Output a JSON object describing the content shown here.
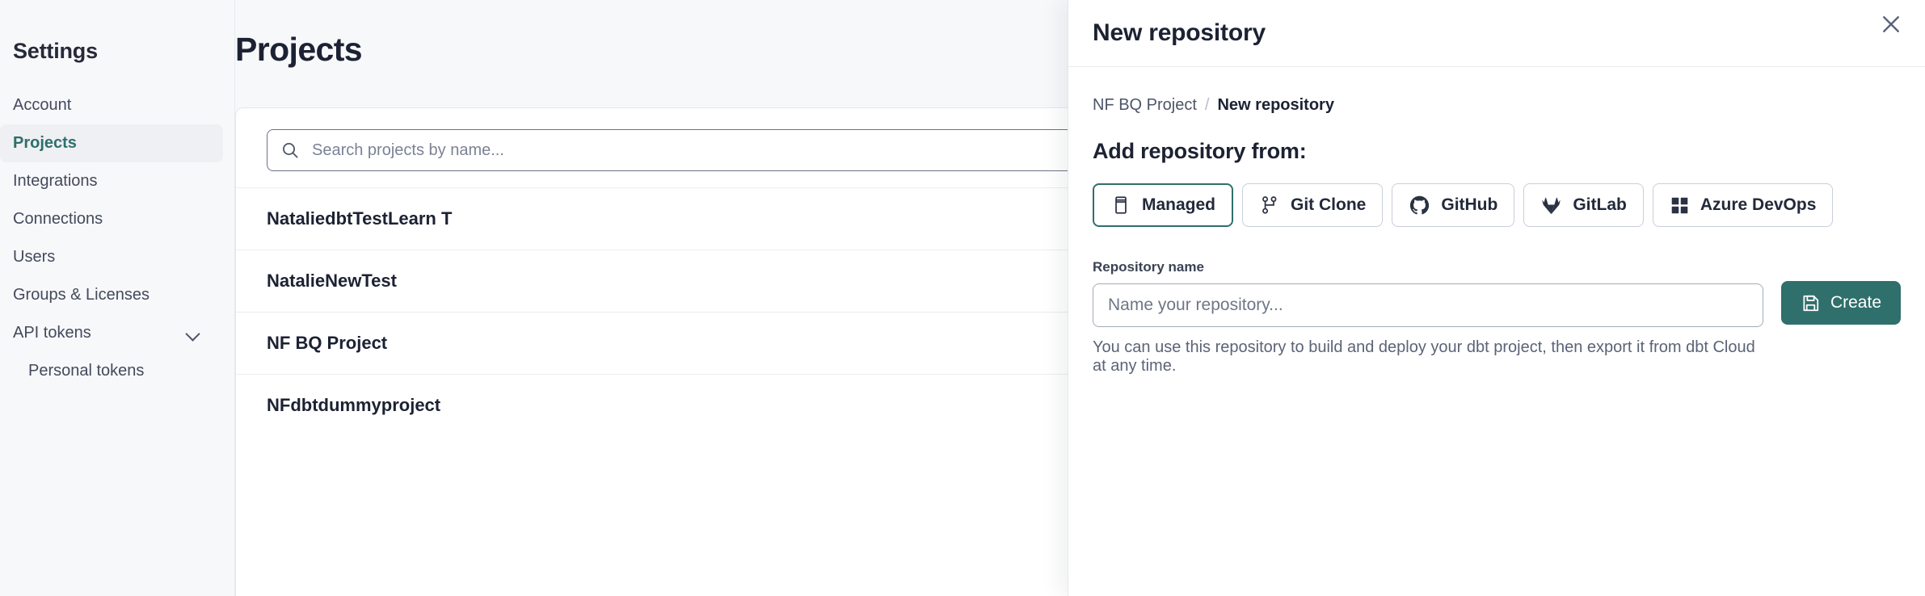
{
  "sidebar": {
    "title": "Settings",
    "items": [
      {
        "label": "Account",
        "active": false,
        "sub": false,
        "chevron": false
      },
      {
        "label": "Projects",
        "active": true,
        "sub": false,
        "chevron": false
      },
      {
        "label": "Integrations",
        "active": false,
        "sub": false,
        "chevron": false
      },
      {
        "label": "Connections",
        "active": false,
        "sub": false,
        "chevron": false
      },
      {
        "label": "Users",
        "active": false,
        "sub": false,
        "chevron": false
      },
      {
        "label": "Groups & Licenses",
        "active": false,
        "sub": false,
        "chevron": false
      },
      {
        "label": "API tokens",
        "active": false,
        "sub": false,
        "chevron": true
      },
      {
        "label": "Personal tokens",
        "active": false,
        "sub": true,
        "chevron": false
      }
    ]
  },
  "main": {
    "page_title": "Projects",
    "search": {
      "placeholder": "Search projects by name...",
      "value": "",
      "icon": "search-icon"
    },
    "projects": [
      {
        "name": "NataliedbtTestLearn T"
      },
      {
        "name": "NatalieNewTest"
      },
      {
        "name": "NF BQ Project"
      },
      {
        "name": "NFdbtdummyproject"
      }
    ]
  },
  "panel": {
    "title": "New repository",
    "close_icon": "close-icon",
    "breadcrumb": {
      "parent": "NF BQ Project",
      "separator": "/",
      "current": "New repository"
    },
    "section_heading": "Add repository from:",
    "sources": [
      {
        "label": "Managed",
        "icon": "database-icon",
        "selected": true
      },
      {
        "label": "Git Clone",
        "icon": "git-branch-icon",
        "selected": false
      },
      {
        "label": "GitHub",
        "icon": "github-icon",
        "selected": false
      },
      {
        "label": "GitLab",
        "icon": "gitlab-icon",
        "selected": false
      },
      {
        "label": "Azure DevOps",
        "icon": "azure-devops-icon",
        "selected": false
      }
    ],
    "repository_name": {
      "label": "Repository name",
      "placeholder": "Name your repository...",
      "value": ""
    },
    "helper_text": "You can use this repository to build and deploy your dbt project, then export it from dbt Cloud at any time.",
    "create_button": {
      "label": "Create",
      "icon": "save-icon"
    }
  },
  "colors": {
    "accent_teal": "#2f6f6c",
    "text_dark": "#1c2233",
    "text_muted": "#5b6377",
    "page_bg": "#f7f8fa",
    "border": "#e4e7ec"
  }
}
